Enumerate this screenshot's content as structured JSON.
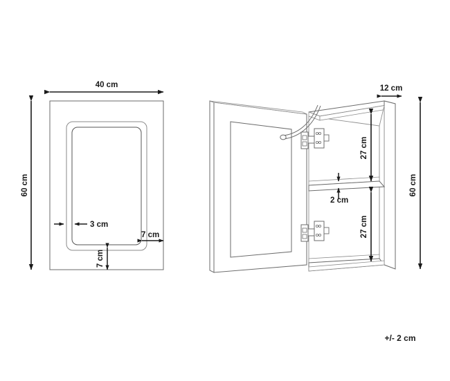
{
  "drawing": {
    "type": "product-dimension-drawing",
    "subject": "Bathroom mirror cabinet",
    "tolerance_note": "+/- 2 cm",
    "colors": {
      "background": "#ffffff",
      "line": "#5a5a5a",
      "line_dark": "#3c3c3c",
      "dimension": "#1a1a1a",
      "hinge": "#6b6b6b"
    }
  },
  "front_view": {
    "name": "front-elevation",
    "dimensions": {
      "width": "40 cm",
      "height": "60 cm",
      "mirror_side_margin": "3 cm",
      "mirror_right_margin": "7 cm",
      "mirror_bottom_margin": "7 cm"
    }
  },
  "open_view": {
    "name": "open-cabinet-perspective",
    "dimensions": {
      "depth": "12 cm",
      "height": "60 cm",
      "upper_compartment": "27 cm",
      "shelf_thickness": "2 cm",
      "lower_compartment": "27 cm"
    },
    "parts": {
      "door": "mirror-door",
      "hinge_top": "concealed-hinge-top",
      "hinge_bottom": "concealed-hinge-bottom",
      "cable": "power-cable",
      "shelf": "glass-shelf"
    }
  }
}
